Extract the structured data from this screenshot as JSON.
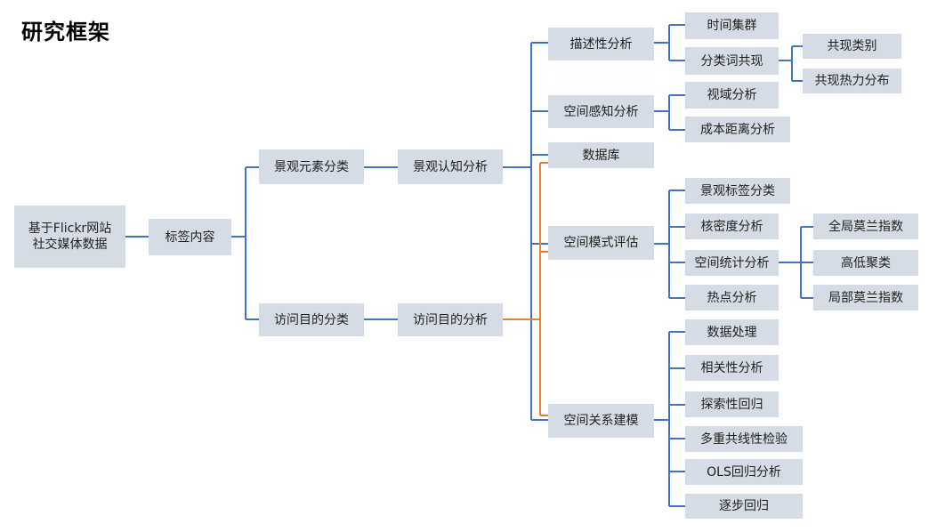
{
  "title": "研究框架",
  "colors": {
    "node_fill": "#d6dce5",
    "line_blue": "#4472c4",
    "line_orange": "#ed7d31",
    "text": "#1f1f1f"
  },
  "nodes": {
    "source": [
      "基于Flickr网站",
      "社交媒体数据"
    ],
    "tag": "标签内容",
    "land_class": "景观元素分类",
    "purpose_class": "访问目的分类",
    "land_analysis": "景观认知分析",
    "purpose_analysis": "访问目的分析",
    "descriptive": "描述性分析",
    "perception": "空间感知分析",
    "database": "数据库",
    "pattern": "空间模式评估",
    "relation": "空间关系建模",
    "time_cluster": "时间集群",
    "cooccur": "分类词共现",
    "cooccur_cat": "共现类别",
    "cooccur_heat": "共现热力分布",
    "viewshed": "视域分析",
    "cost_distance": "成本距离分析",
    "landscape_tag": "景观标签分类",
    "kernel": "核密度分析",
    "spatial_stat": "空间统计分析",
    "hotspot": "热点分析",
    "global_moran": "全局莫兰指数",
    "high_low": "高低聚类",
    "local_moran": "局部莫兰指数",
    "data_proc": "数据处理",
    "correlation": "相关性分析",
    "exploratory": "探索性回归",
    "multicollinearity": "多重共线性检验",
    "ols": "OLS回归分析",
    "stepwise": "逐步回归"
  }
}
